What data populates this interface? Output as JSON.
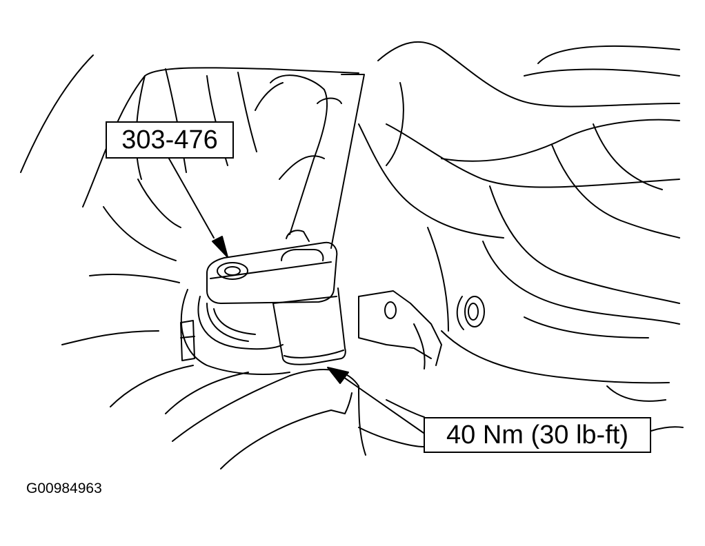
{
  "callouts": {
    "tool_number": "303-476",
    "torque_spec": "40 Nm (30 lb-ft)"
  },
  "figure_id": "G00984963",
  "colors": {
    "line": "#000000",
    "background": "#ffffff"
  }
}
